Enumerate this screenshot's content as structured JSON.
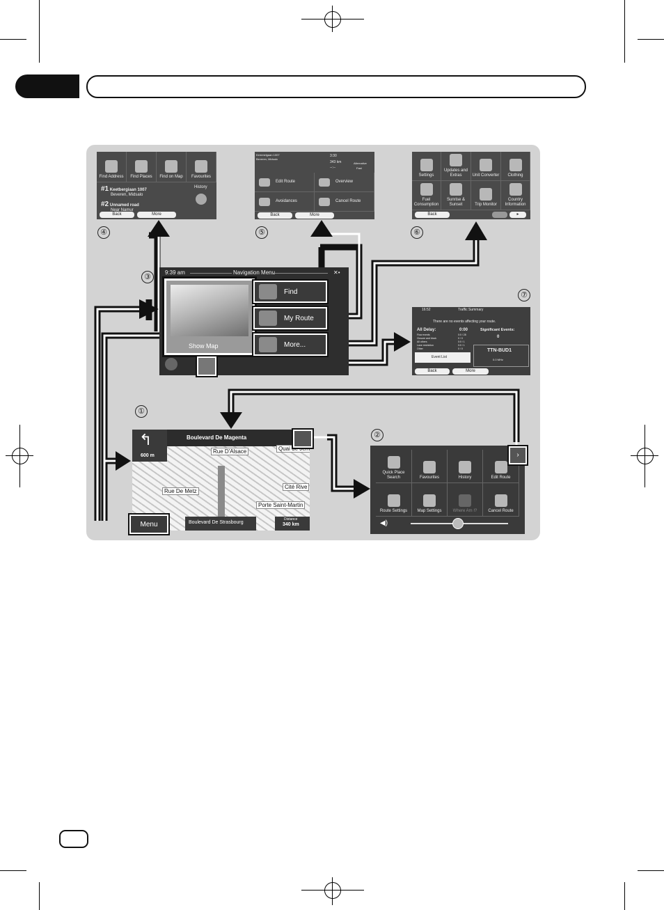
{
  "screens": {
    "s4": {
      "number": "④",
      "tiles": [
        "Find Address",
        "Find Places",
        "Find on Map",
        "Favourites"
      ],
      "history_label": "History",
      "items": [
        {
          "rank": "#1",
          "title": "Keetbergiaan 1007",
          "sub": "Beveren, Midsalo"
        },
        {
          "rank": "#2",
          "title": "Unnamed road",
          "sub": "Near Namur"
        }
      ],
      "back": "Back",
      "more": "More"
    },
    "s5": {
      "number": "⑤",
      "info": [
        "Kemmelgaan 1007",
        "Beveren, Midsalo"
      ],
      "time": "3:30",
      "dist": "343 km",
      "dash": "--:--",
      "alt": "Alternative",
      "fast": "Fast",
      "buttons": [
        "Edit Route",
        "Overview",
        "Avoidances",
        "Cancel Route"
      ],
      "back": "Back",
      "more": "More"
    },
    "s6": {
      "number": "⑥",
      "tiles": [
        "Settings",
        "Updates and Extras",
        "Unit Converter",
        "Clothing",
        "Fuel Consumption",
        "Sunrise & Sunset",
        "Trip Monitor",
        "Country Information"
      ],
      "back": "Back"
    },
    "s3": {
      "number": "③",
      "time": "9:39 am",
      "title": "Navigation Menu",
      "show_map": "Show Map",
      "buttons": [
        "Find",
        "My Route",
        "More..."
      ]
    },
    "s7": {
      "number": "⑦",
      "time": "16:52",
      "title": "Traffic Summary",
      "msg": "There are no events affecting your route.",
      "all_delay_label": "All Delay:",
      "all_delay": "0:00",
      "rows": [
        "Flow events",
        "Closure and block",
        "All others",
        "Lane restriction",
        "Other"
      ],
      "row_vals": [
        "0:0 / 28",
        "0 / 0",
        "0:0 / 1",
        "0:0 / 1",
        "0 / 0"
      ],
      "sig_label": "Significant Events:",
      "sig_val": "0",
      "station": "TTN-BUD1",
      "freq": "0.0 MHz",
      "event_list": "Event List",
      "back": "Back",
      "more": "More"
    },
    "s1": {
      "number": "①",
      "street": "Boulevard De Magenta",
      "distance_turn": "600 m",
      "labels": [
        "Rue D'Alsace",
        "Quai de Jem",
        "Rue De Metz",
        "Cité Rive",
        "Porte Saint-Martin"
      ],
      "menu": "Menu",
      "current_street": "Boulevard De Strasbourg",
      "distance_label": "Distance",
      "distance": "340 km"
    },
    "s2": {
      "number": "②",
      "tiles": [
        "Quick Place Search",
        "Favourites",
        "History",
        "Edit Route",
        "Route Settings",
        "Map Settings",
        "Where Am I?",
        "Cancel Route"
      ]
    }
  }
}
